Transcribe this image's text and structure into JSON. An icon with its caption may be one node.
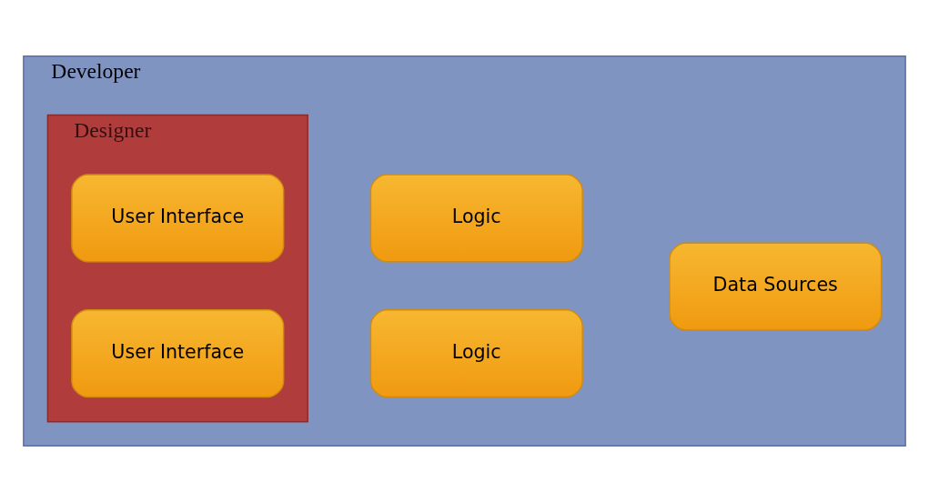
{
  "diagram": {
    "nodes": [
      {
        "text": [
          "Developer"
        ]
      },
      {
        "text": [
          "Designer"
        ],
        "in": 0
      },
      {
        "text": [
          "User Interface"
        ],
        "in": 1
      },
      {
        "text": [
          "User Interface"
        ],
        "in": 1
      },
      {
        "text": [
          "Logic"
        ],
        "in": 0
      },
      {
        "text": [
          "Data Sources"
        ],
        "in": 0
      },
      {
        "text": [
          "Logic"
        ],
        "in": 0
      }
    ]
  }
}
